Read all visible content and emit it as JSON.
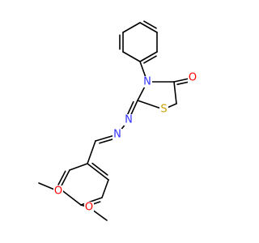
{
  "molecule": {
    "colors": {
      "bond": "#000000",
      "carbon": "#000000",
      "nitrogen": "#3333ff",
      "oxygen": "#ff0000",
      "sulfur": "#c8a000"
    },
    "atom_labels": {
      "n_ring": "N",
      "s_ring": "S",
      "o_carbonyl": "O",
      "n_imine": "N",
      "n_hydrazone": "N",
      "o_methoxy_3": "O",
      "o_methoxy_4": "O"
    }
  }
}
